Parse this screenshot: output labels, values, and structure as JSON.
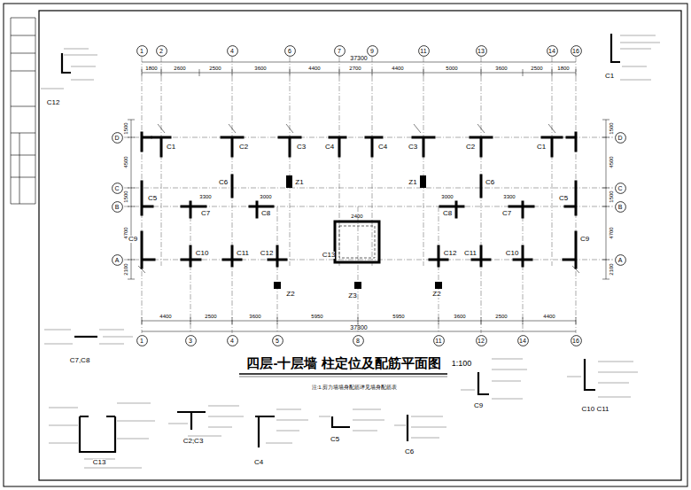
{
  "diagram": {
    "title": "四层-十层墙 柱定位及配筋平面图",
    "nodes": [
      {
        "text": [
          "1"
        ]
      },
      {
        "text": [
          "2"
        ]
      },
      {
        "text": [
          "4"
        ]
      },
      {
        "text": [
          "6"
        ]
      },
      {
        "text": [
          "7"
        ]
      },
      {
        "text": [
          "9"
        ]
      },
      {
        "text": [
          "11"
        ]
      },
      {
        "text": [
          "13"
        ]
      },
      {
        "text": [
          "14"
        ]
      },
      {
        "text": [
          "16"
        ]
      },
      {
        "text": [
          "D"
        ]
      },
      {
        "text": [
          "D"
        ]
      },
      {
        "text": [
          "C"
        ]
      },
      {
        "text": [
          "C"
        ]
      },
      {
        "text": [
          "B"
        ]
      },
      {
        "text": [
          "B"
        ]
      },
      {
        "text": [
          "A"
        ]
      },
      {
        "text": [
          "A"
        ]
      },
      {
        "text": [
          "1"
        ]
      },
      {
        "text": [
          "3"
        ]
      },
      {
        "text": [
          "4"
        ]
      },
      {
        "text": [
          "5"
        ]
      },
      {
        "text": [
          "8"
        ]
      },
      {
        "text": [
          "11"
        ]
      },
      {
        "text": [
          "12"
        ]
      },
      {
        "text": [
          "14"
        ]
      },
      {
        "text": [
          "16"
        ]
      }
    ],
    "labels": [
      "37300",
      "1800",
      "2600",
      "2500",
      "3600",
      "4400",
      "2700",
      "4400",
      "5000",
      "3600",
      "2500",
      "1800",
      "37300",
      "4400",
      "2500",
      "3600",
      "5950",
      "5950",
      "3600",
      "2500",
      "4400",
      "1500",
      "4500",
      "1500",
      "4700",
      "2100",
      "1500",
      "4500",
      "1500",
      "4700",
      "2100",
      "C1",
      "C2",
      "C3",
      "C4",
      "C4",
      "C3",
      "C2",
      "C1",
      "C6",
      "Z1",
      "Z1",
      "C6",
      "C5",
      "C5",
      "C7",
      "C8",
      "C8",
      "C7",
      "C9",
      "C10",
      "C11",
      "C12",
      "C13",
      "C12",
      "C11",
      "C10",
      "C9",
      "Z2",
      "Z3",
      "Z2",
      "3300",
      "3000",
      "3000",
      "3300",
      "2400",
      "C12",
      "C1",
      "C7,C8",
      "C13",
      "C2;C3",
      "C4",
      "C5",
      "C6",
      "C9",
      "C10 C11",
      "1:100",
      "注:1.剪力墙墙身配筋详见墙身配筋表"
    ]
  }
}
